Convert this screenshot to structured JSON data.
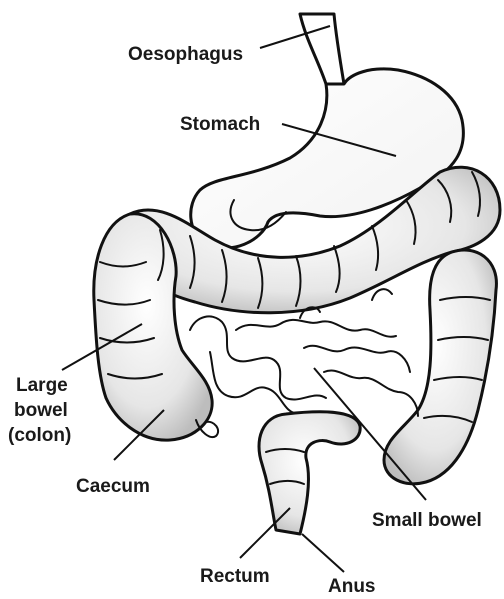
{
  "labels": {
    "oesophagus": "Oesophagus",
    "stomach": "Stomach",
    "large_bowel_1": "Large",
    "large_bowel_2": "bowel",
    "large_bowel_3": "(colon)",
    "caecum": "Caecum",
    "small_bowel": "Small bowel",
    "rectum": "Rectum",
    "anus": "Anus"
  },
  "colors": {
    "organ_fill": "#ececec",
    "organ_shade": "#cfcfcf",
    "outline": "#111111"
  }
}
